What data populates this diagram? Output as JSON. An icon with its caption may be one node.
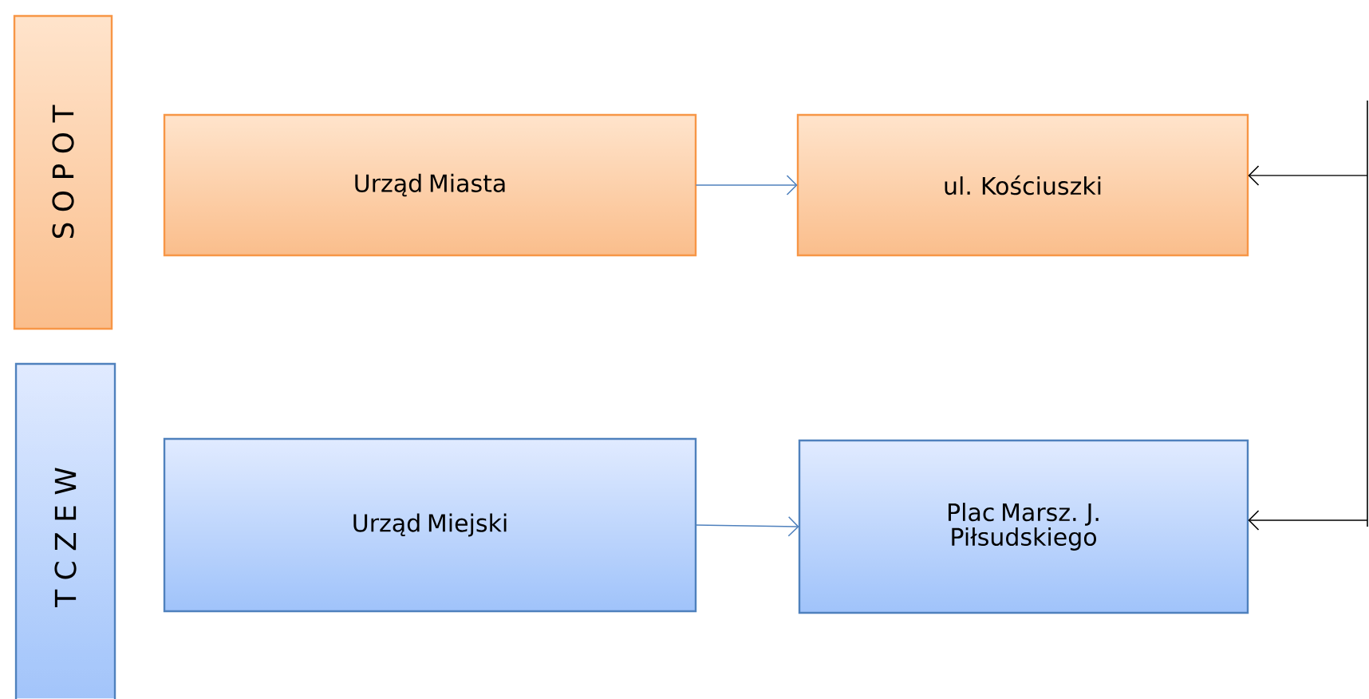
{
  "diagram": {
    "nodes": [
      {
        "text": [
          "S O P O T"
        ]
      },
      {
        "text": [
          "Urząd Miasta"
        ]
      },
      {
        "text": [
          "ul. Kościuszki"
        ]
      },
      {
        "text": [
          "T C Z E W"
        ]
      },
      {
        "text": [
          "Urząd Miejski"
        ]
      },
      {
        "text": [
          "Plac  Marsz. J. Piłsudskiego"
        ]
      }
    ],
    "edges": [
      {
        "from": 1,
        "to": 2,
        "arrow": "to",
        "color": "#4f81bd"
      },
      {
        "from": 4,
        "to": 5,
        "arrow": "to",
        "color": "#4f81bd"
      },
      {
        "from": null,
        "to": 2,
        "arrow": "to",
        "color": "#000000"
      },
      {
        "from": null,
        "to": 5,
        "arrow": "to",
        "color": "#000000"
      }
    ]
  }
}
